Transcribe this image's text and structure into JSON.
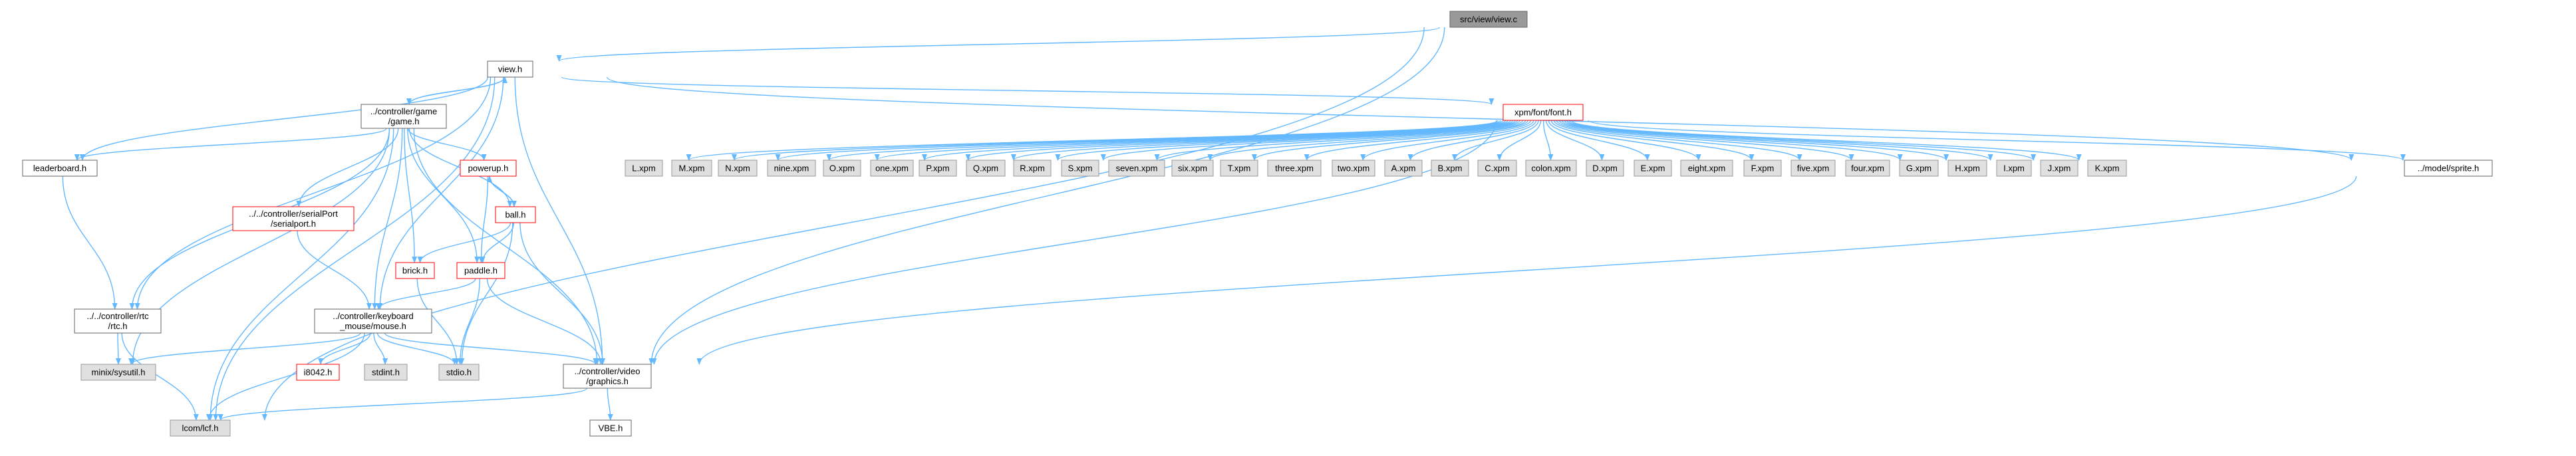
{
  "colors": {
    "edge": "#63b8ff",
    "root_fill": "#999999",
    "root_border": "#666666",
    "normal_fill": "#ffffff",
    "normal_border": "#666666",
    "missing_fill": "#e0e0e0",
    "missing_border": "#999999",
    "truncated_border": "#ff0000"
  },
  "graph": {
    "nodes": [
      {
        "id": "root",
        "lines": [
          "src/view/view.c"
        ],
        "style": "root"
      },
      {
        "id": "view_h",
        "lines": [
          "view.h"
        ],
        "style": "normal"
      },
      {
        "id": "game_h",
        "lines": [
          "../controller/game",
          "/game.h"
        ],
        "style": "normal"
      },
      {
        "id": "leaderboard_h",
        "lines": [
          "leaderboard.h"
        ],
        "style": "normal"
      },
      {
        "id": "font_h",
        "lines": [
          "xpm/font/font.h"
        ],
        "style": "truncated"
      },
      {
        "id": "powerup_h",
        "lines": [
          "powerup.h"
        ],
        "style": "truncated"
      },
      {
        "id": "ball_h",
        "lines": [
          "ball.h"
        ],
        "style": "truncated"
      },
      {
        "id": "serialport_h",
        "lines": [
          "../../controller/serialPort",
          "/serialport.h"
        ],
        "style": "truncated"
      },
      {
        "id": "brick_h",
        "lines": [
          "brick.h"
        ],
        "style": "truncated"
      },
      {
        "id": "paddle_h",
        "lines": [
          "paddle.h"
        ],
        "style": "truncated"
      },
      {
        "id": "rtc_h",
        "lines": [
          "../../controller/rtc",
          "/rtc.h"
        ],
        "style": "normal"
      },
      {
        "id": "kbdmouse_h",
        "lines": [
          "../controller/keyboard",
          "_mouse/mouse.h"
        ],
        "style": "normal"
      },
      {
        "id": "i8042_h",
        "lines": [
          "i8042.h"
        ],
        "style": "truncated"
      },
      {
        "id": "stdint_h",
        "lines": [
          "stdint.h"
        ],
        "style": "missing"
      },
      {
        "id": "stdio_h",
        "lines": [
          "stdio.h"
        ],
        "style": "missing"
      },
      {
        "id": "sysutil_h",
        "lines": [
          "minix/sysutil.h"
        ],
        "style": "missing"
      },
      {
        "id": "lcf_h",
        "lines": [
          "lcom/lcf.h"
        ],
        "style": "missing"
      },
      {
        "id": "graphics_h",
        "lines": [
          "../controller/video",
          "/graphics.h"
        ],
        "style": "normal"
      },
      {
        "id": "vbe_h",
        "lines": [
          "VBE.h"
        ],
        "style": "normal"
      },
      {
        "id": "sprite_h",
        "lines": [
          "../model/sprite.h"
        ],
        "style": "normal"
      },
      {
        "id": "L_xpm",
        "lines": [
          "L.xpm"
        ],
        "style": "missing"
      },
      {
        "id": "M_xpm",
        "lines": [
          "M.xpm"
        ],
        "style": "missing"
      },
      {
        "id": "N_xpm",
        "lines": [
          "N.xpm"
        ],
        "style": "missing"
      },
      {
        "id": "nine_xpm",
        "lines": [
          "nine.xpm"
        ],
        "style": "missing"
      },
      {
        "id": "O_xpm",
        "lines": [
          "O.xpm"
        ],
        "style": "missing"
      },
      {
        "id": "one_xpm",
        "lines": [
          "one.xpm"
        ],
        "style": "missing"
      },
      {
        "id": "P_xpm",
        "lines": [
          "P.xpm"
        ],
        "style": "missing"
      },
      {
        "id": "Q_xpm",
        "lines": [
          "Q.xpm"
        ],
        "style": "missing"
      },
      {
        "id": "R_xpm",
        "lines": [
          "R.xpm"
        ],
        "style": "missing"
      },
      {
        "id": "S_xpm",
        "lines": [
          "S.xpm"
        ],
        "style": "missing"
      },
      {
        "id": "seven_xpm",
        "lines": [
          "seven.xpm"
        ],
        "style": "missing"
      },
      {
        "id": "six_xpm",
        "lines": [
          "six.xpm"
        ],
        "style": "missing"
      },
      {
        "id": "T_xpm",
        "lines": [
          "T.xpm"
        ],
        "style": "missing"
      },
      {
        "id": "three_xpm",
        "lines": [
          "three.xpm"
        ],
        "style": "missing"
      },
      {
        "id": "two_xpm",
        "lines": [
          "two.xpm"
        ],
        "style": "missing"
      },
      {
        "id": "A_xpm",
        "lines": [
          "A.xpm"
        ],
        "style": "missing"
      },
      {
        "id": "B_xpm",
        "lines": [
          "B.xpm"
        ],
        "style": "missing"
      },
      {
        "id": "C_xpm",
        "lines": [
          "C.xpm"
        ],
        "style": "missing"
      },
      {
        "id": "colon_xpm",
        "lines": [
          "colon.xpm"
        ],
        "style": "missing"
      },
      {
        "id": "D_xpm",
        "lines": [
          "D.xpm"
        ],
        "style": "missing"
      },
      {
        "id": "E_xpm",
        "lines": [
          "E.xpm"
        ],
        "style": "missing"
      },
      {
        "id": "eight_xpm",
        "lines": [
          "eight.xpm"
        ],
        "style": "missing"
      },
      {
        "id": "F_xpm",
        "lines": [
          "F.xpm"
        ],
        "style": "missing"
      },
      {
        "id": "five_xpm",
        "lines": [
          "five.xpm"
        ],
        "style": "missing"
      },
      {
        "id": "four_xpm",
        "lines": [
          "four.xpm"
        ],
        "style": "missing"
      },
      {
        "id": "G_xpm",
        "lines": [
          "G.xpm"
        ],
        "style": "missing"
      },
      {
        "id": "H_xpm",
        "lines": [
          "H.xpm"
        ],
        "style": "missing"
      },
      {
        "id": "I_xpm",
        "lines": [
          "I.xpm"
        ],
        "style": "missing"
      },
      {
        "id": "J_xpm",
        "lines": [
          "J.xpm"
        ],
        "style": "missing"
      },
      {
        "id": "K_xpm",
        "lines": [
          "K.xpm"
        ],
        "style": "missing"
      }
    ],
    "edges": [
      [
        "root",
        "view_h"
      ],
      [
        "root",
        "graphics_h"
      ],
      [
        "root",
        "lcf_h"
      ],
      [
        "view_h",
        "game_h"
      ],
      [
        "view_h",
        "leaderboard_h"
      ],
      [
        "view_h",
        "font_h"
      ],
      [
        "view_h",
        "rtc_h"
      ],
      [
        "view_h",
        "kbdmouse_h"
      ],
      [
        "view_h",
        "graphics_h"
      ],
      [
        "view_h",
        "lcf_h"
      ],
      [
        "view_h",
        "sprite_h"
      ],
      [
        "game_h",
        "view_h"
      ],
      [
        "game_h",
        "leaderboard_h"
      ],
      [
        "game_h",
        "powerup_h"
      ],
      [
        "game_h",
        "ball_h"
      ],
      [
        "game_h",
        "serialport_h"
      ],
      [
        "game_h",
        "brick_h"
      ],
      [
        "game_h",
        "paddle_h"
      ],
      [
        "game_h",
        "rtc_h"
      ],
      [
        "game_h",
        "kbdmouse_h"
      ],
      [
        "game_h",
        "graphics_h"
      ],
      [
        "game_h",
        "lcf_h"
      ],
      [
        "game_h",
        "sysutil_h"
      ],
      [
        "leaderboard_h",
        "rtc_h"
      ],
      [
        "powerup_h",
        "ball_h"
      ],
      [
        "powerup_h",
        "paddle_h"
      ],
      [
        "ball_h",
        "powerup_h"
      ],
      [
        "ball_h",
        "brick_h"
      ],
      [
        "ball_h",
        "paddle_h"
      ],
      [
        "ball_h",
        "graphics_h"
      ],
      [
        "ball_h",
        "stdio_h"
      ],
      [
        "serialport_h",
        "kbdmouse_h"
      ],
      [
        "brick_h",
        "stdio_h"
      ],
      [
        "paddle_h",
        "kbdmouse_h"
      ],
      [
        "paddle_h",
        "graphics_h"
      ],
      [
        "paddle_h",
        "stdio_h"
      ],
      [
        "rtc_h",
        "sysutil_h"
      ],
      [
        "rtc_h",
        "lcf_h"
      ],
      [
        "kbdmouse_h",
        "i8042_h"
      ],
      [
        "kbdmouse_h",
        "stdint_h"
      ],
      [
        "kbdmouse_h",
        "stdio_h"
      ],
      [
        "kbdmouse_h",
        "sysutil_h"
      ],
      [
        "kbdmouse_h",
        "lcf_h"
      ],
      [
        "kbdmouse_h",
        "graphics_h"
      ],
      [
        "graphics_h",
        "vbe_h"
      ],
      [
        "graphics_h",
        "lcf_h"
      ],
      [
        "sprite_h",
        "graphics_h"
      ],
      [
        "font_h",
        "L_xpm"
      ],
      [
        "font_h",
        "M_xpm"
      ],
      [
        "font_h",
        "N_xpm"
      ],
      [
        "font_h",
        "nine_xpm"
      ],
      [
        "font_h",
        "O_xpm"
      ],
      [
        "font_h",
        "one_xpm"
      ],
      [
        "font_h",
        "P_xpm"
      ],
      [
        "font_h",
        "Q_xpm"
      ],
      [
        "font_h",
        "R_xpm"
      ],
      [
        "font_h",
        "S_xpm"
      ],
      [
        "font_h",
        "seven_xpm"
      ],
      [
        "font_h",
        "six_xpm"
      ],
      [
        "font_h",
        "T_xpm"
      ],
      [
        "font_h",
        "three_xpm"
      ],
      [
        "font_h",
        "two_xpm"
      ],
      [
        "font_h",
        "A_xpm"
      ],
      [
        "font_h",
        "B_xpm"
      ],
      [
        "font_h",
        "C_xpm"
      ],
      [
        "font_h",
        "colon_xpm"
      ],
      [
        "font_h",
        "D_xpm"
      ],
      [
        "font_h",
        "E_xpm"
      ],
      [
        "font_h",
        "eight_xpm"
      ],
      [
        "font_h",
        "F_xpm"
      ],
      [
        "font_h",
        "five_xpm"
      ],
      [
        "font_h",
        "four_xpm"
      ],
      [
        "font_h",
        "G_xpm"
      ],
      [
        "font_h",
        "H_xpm"
      ],
      [
        "font_h",
        "I_xpm"
      ],
      [
        "font_h",
        "J_xpm"
      ],
      [
        "font_h",
        "K_xpm"
      ],
      [
        "font_h",
        "sprite_h"
      ],
      [
        "font_h",
        "graphics_h"
      ]
    ]
  }
}
